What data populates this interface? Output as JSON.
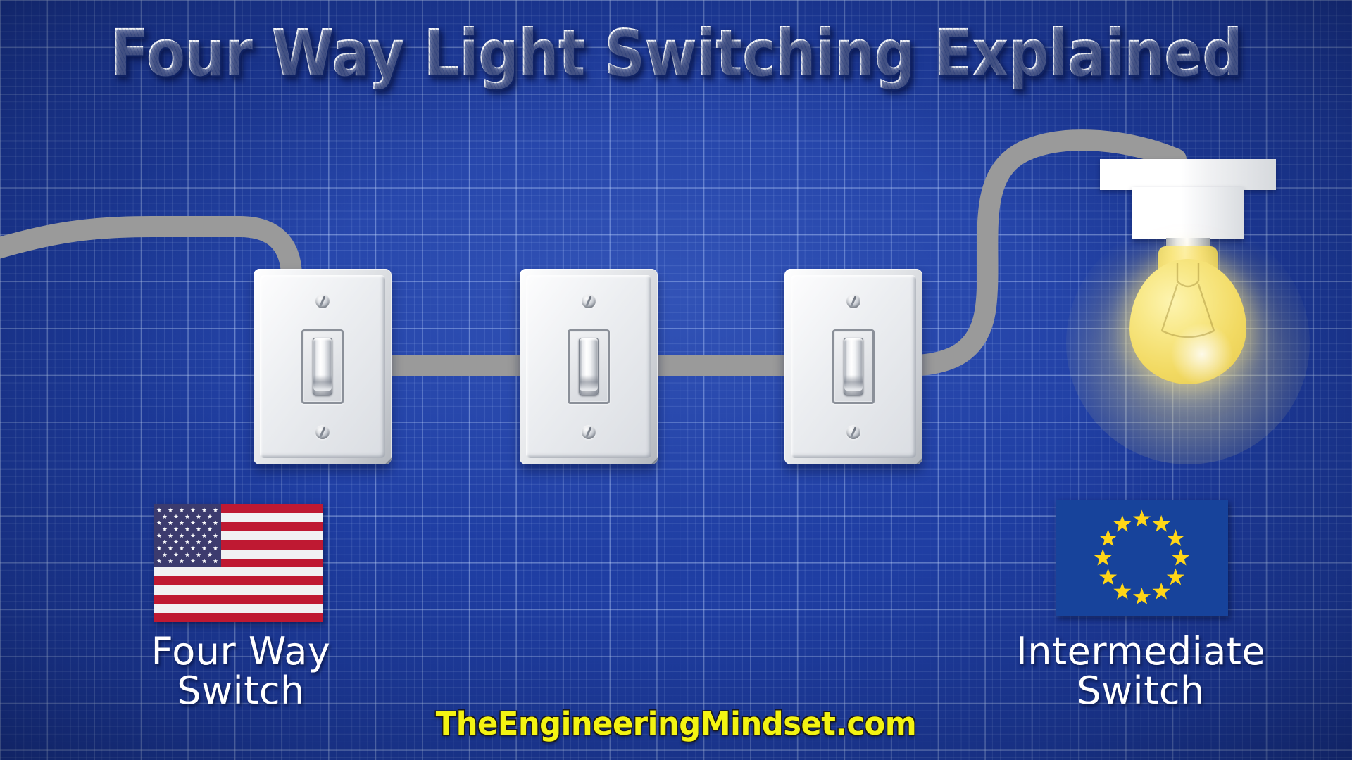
{
  "page": {
    "title": "Four Way Light Switching Explained",
    "watermark": "TheEngineeringMindset.com",
    "background_color": "#1f3ea3",
    "grid_color": "#afc8f5"
  },
  "captions": {
    "left": {
      "line1": "Four Way",
      "line2": "Switch",
      "flag": "united-states-flag"
    },
    "right": {
      "line1": "Intermediate",
      "line2": "Switch",
      "flag": "european-union-flag"
    }
  },
  "diagram": {
    "switches": [
      {
        "id": "switch-1",
        "name": "light-switch-left",
        "position": "left"
      },
      {
        "id": "switch-2",
        "name": "light-switch-middle",
        "position": "middle"
      },
      {
        "id": "switch-3",
        "name": "light-switch-right",
        "position": "right"
      }
    ],
    "lamp": {
      "name": "ceiling-light",
      "state": "on",
      "bulb_color": "#f2da63"
    },
    "wire_color": "#9a9a9a"
  },
  "colors": {
    "accent_yellow": "#f3f312",
    "bulb_yellow": "#f5e27a",
    "flag_red": "#bf1932",
    "flag_navy": "#3c3b6e",
    "eu_blue": "#17439b",
    "eu_star": "#ffd617",
    "plate_white": "#eceef1",
    "wire_gray": "#9a9a9a"
  }
}
